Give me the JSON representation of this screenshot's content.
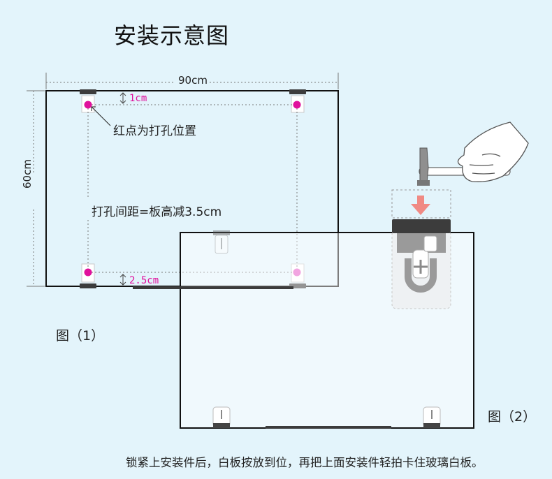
{
  "title": "安装示意图",
  "dimensions": {
    "width": "90cm",
    "height": "60cm"
  },
  "margins": {
    "top": "1cm",
    "bottom": "2.5cm"
  },
  "notes": {
    "red_dots": "红点为打孔位置",
    "hole_spacing": "打孔间距=板高减3.5cm"
  },
  "figures": {
    "fig1": "图（1）",
    "fig2": "图（2）"
  },
  "footer": "锁紧上安装件后，白板按放到位，再把上面安装件轻拍卡住玻璃白板。",
  "colors": {
    "background": "#e3f4fb",
    "board_line": "#111111",
    "hole_dot": "#e0109c",
    "hole_dot_light": "#e85bc8",
    "arrow": "#f08a84",
    "bracket": "#3c3c3c"
  },
  "icons": [
    "hammer-icon",
    "hand-icon",
    "down-arrow-icon",
    "plus-icon"
  ]
}
